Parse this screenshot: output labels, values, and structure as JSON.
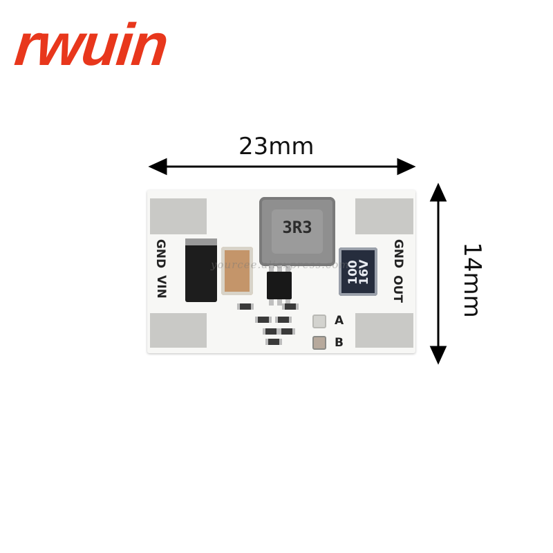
{
  "brand": {
    "logo_text": "rwuin"
  },
  "dimensions": {
    "width_label": "23mm",
    "height_label": "14mm"
  },
  "board": {
    "left_labels": [
      "GND",
      "VIN"
    ],
    "right_labels": [
      "GND",
      "OUT"
    ],
    "inductor_marking": "3R3",
    "capacitor_marking": [
      "100",
      "16V"
    ],
    "jumper_labels": [
      "A",
      "B"
    ]
  },
  "watermark": "yourcee.aliexpress.com",
  "colors": {
    "logo": "#e8371c",
    "board": "#f7f7f5",
    "pad": "#c9c9c6"
  }
}
